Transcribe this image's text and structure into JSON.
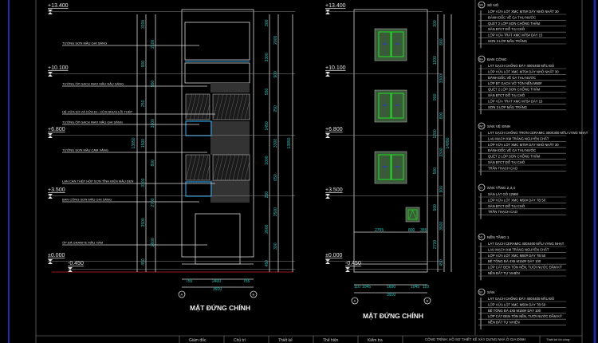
{
  "drawing": {
    "colors": {
      "background": "#000000",
      "line": "#d8d8d8",
      "dimension": "#20c8c0",
      "window": "#22dd22",
      "railing": "#2a9ad8",
      "ground": "#cc2222",
      "border": "#1a2aa8"
    },
    "left_elevation": {
      "title": "MẶT ĐỨNG CHÍNH",
      "levels": [
        "+13.400",
        "+10.100",
        "+6.800",
        "+3.500",
        "±0.000",
        "-0.450"
      ],
      "callouts": [
        "TƯỜNG SƠN MẦU GHI SÁNG",
        "TƯỜNG ỐP GẠCH INAX MẦU NÂU SÁNG",
        "HỆ CỬA SỔ VÀ CỬA ĐI - CỬA NHỰA LÕI THÉP",
        "TƯỜNG ỐP GẠCH INAX MẦU GHI SÁNG",
        "TƯỜNG SƠN MẦU CAM VÀNG",
        "LAN CAN THÉP HỘP SƠN TĨNH ĐIỆN MẦU ĐEN",
        "BAN CÔNG SƠN MẦU GHI SÁNG",
        "ỐP ĐÁ GRANITE MẦU XÁM"
      ],
      "dims_left": [
        "3300",
        "2100",
        "900",
        "550",
        "250",
        "3300",
        "1500",
        "800",
        "3300",
        "2700",
        "3500",
        "2600",
        "450",
        "13850"
      ],
      "dims_right": [
        "300",
        "2000",
        "3300",
        "900",
        "550",
        "250",
        "1450",
        "3300",
        "1000",
        "650",
        "250",
        "3500",
        "2600",
        "300",
        "450",
        "13850"
      ],
      "dims_bottom": [
        "755",
        "2400",
        "755",
        "3910"
      ],
      "axes": [
        "A",
        "B"
      ]
    },
    "right_elevation": {
      "title": "MẶT ĐỨNG CHÍNH",
      "levels": [
        "+13.400",
        "+10.100",
        "+6.800",
        "+3.500",
        "±0.000",
        "-0.450"
      ],
      "dims_inner": [
        "2755",
        "800",
        "355"
      ],
      "dims_bottom": [
        "110",
        "1045",
        "1600",
        "1045",
        "110",
        "3910"
      ],
      "dims_right": [
        "300",
        "800",
        "1200",
        "3300",
        "900",
        "800",
        "1200",
        "3300",
        "500",
        "900",
        "500",
        "3500",
        "2700",
        "450",
        "14950"
      ],
      "axes": [
        "A",
        "B"
      ]
    },
    "notes": [
      {
        "code": "SN",
        "title": "SÊ NÔ",
        "items": [
          "LỚP VỮA LÓT XMC M75# DÀY NHỎ NHẤT 30",
          "ĐÁNH DỐC VỀ GA THU NƯỚC",
          "QUÉT 2 LỚP SƠN CHỐNG THẤM",
          "SÀN BTCT ĐỔ TẠI CHỖ",
          "LỚP VỮA TRÁT XMC M75# DÀY 15",
          "SƠN 3 LỚP MẦU TRẮNG"
        ]
      },
      {
        "code": "BA",
        "title": "BAN CÔNG",
        "items": [
          "LÁT GẠCH CHỐNG ĐÁY 400X400 MẦU ĐỎ",
          "LỚP VỮA LÓT XMC M75# DÀY NHỎ NHẤT 30",
          "ĐÁNH DỐC VỀ GA THU NƯỚC",
          "LỚP BT GẠCH VỠ TÔN NỀN M50#",
          "QUÉT 2 LỚP SƠN CHỐNG THẤM",
          "SÀN BTCT ĐỔ TẠI CHỖ",
          "LỚP VỮA TRÁT XMC M75# DÀY 15",
          "SƠN 3 LỚP MẦU TRẮNG"
        ]
      },
      {
        "code": "WC",
        "title": "SÀN VỆ SINH",
        "items": [
          "LÁT GẠCH CHỐNG TRƠN CERAMIC 300X300 MẦU VÀNG NHẠT",
          "LAU MẠCH XM TRẮNG NGUYÊN CHẤT",
          "LỚP VỮA LÓT XMC M75# DÀY NHỎ NHẤT 30",
          "ĐÁNH DỐC VỀ GA THU NƯỚC",
          "QUÉT 2 LỚP SƠN CHỐNG THẤM",
          "SÀN BTCT ĐỔ TẠI CHỖ",
          "TRẦN THẠCH CAO"
        ]
      },
      {
        "code": "S1",
        "title": "SÀN TẦNG 2,3,4",
        "items": [
          "SÀN LÁT GỖ 12MM",
          "LỚP VỮA LÓT XMC M50# DÀY TB 50",
          "SÀN BTCT ĐỔ TẠI CHỖ",
          "TRẦN THẠCH CAO"
        ]
      },
      {
        "code": "N1",
        "title": "NỀN TẦNG 1",
        "items": [
          "LÁT GẠCH CERAMIC 400X400 MẦU VÀNG NHẠT",
          "LAU MẠCH XM TRẮNG NGUYÊN CHẤT",
          "LỚP VỮA LÓT XMC M50# DÀY TB 50",
          "BÊ TÔNG ĐÁ 4X6 M150# DÀY 100",
          "LỚP CÁT ĐEN TÔN NỀN, TƯỚI NƯỚC ĐẦM KỸ",
          "NỀN ĐẤT TỰ NHIÊN"
        ]
      },
      {
        "code": "S2",
        "title": "SÂN",
        "items": [
          "LÁT GẠCH CHỐNG ĐÁY 400X400 MẦU ĐỎ",
          "LỚP VỮA LÓT XMC M50# DÀY TB 50",
          "BÊ TÔNG ĐÁ 4X6 M150# DÀY 100",
          "LỚP CÁT ĐEN TÔN NỀN, TƯỚI NƯỚC ĐẦM KỸ",
          "NỀN ĐẤT TỰ NHIÊN"
        ]
      }
    ],
    "title_block": {
      "cells": [
        "Giám đốc",
        "Chủ trì",
        "Thiết kế",
        "Thể hiện",
        "Kiểm tra"
      ],
      "project": "CÔNG TRÌNH: HỒ SƠ THIẾT KẾ XÂY DỰNG NHÀ Ở GIA ĐÌNH",
      "stage": "Thiết kế thi công"
    }
  }
}
